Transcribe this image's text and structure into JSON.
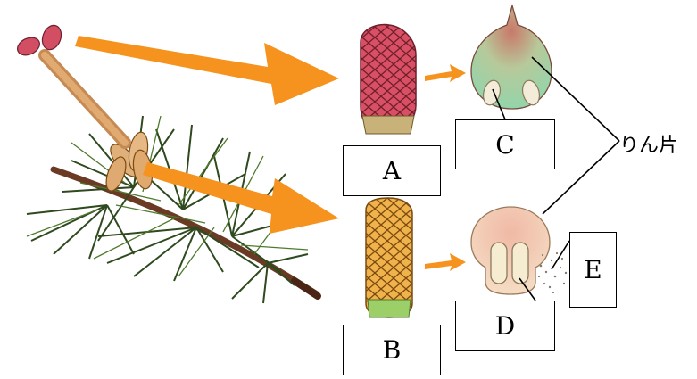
{
  "labels": {
    "A": "A",
    "B": "B",
    "C": "C",
    "D": "D",
    "E": "E",
    "scale": "りん片"
  },
  "colors": {
    "arrow": "#f5931e",
    "needle": "#2f4a1f",
    "female_cone": "#d44a5e",
    "male_cone": "#e8a33c",
    "female_scale": "#9ed9b0",
    "male_scale": "#f3dcc0",
    "branch": "#6b3a24"
  },
  "icons": {
    "pine_branch": "pine-branch-illustration",
    "female_flower": "female-cone-illustration",
    "male_flower": "male-cone-illustration",
    "female_scale": "female-scale-illustration",
    "male_scale": "male-scale-illustration",
    "pollen": "pollen-dots"
  }
}
